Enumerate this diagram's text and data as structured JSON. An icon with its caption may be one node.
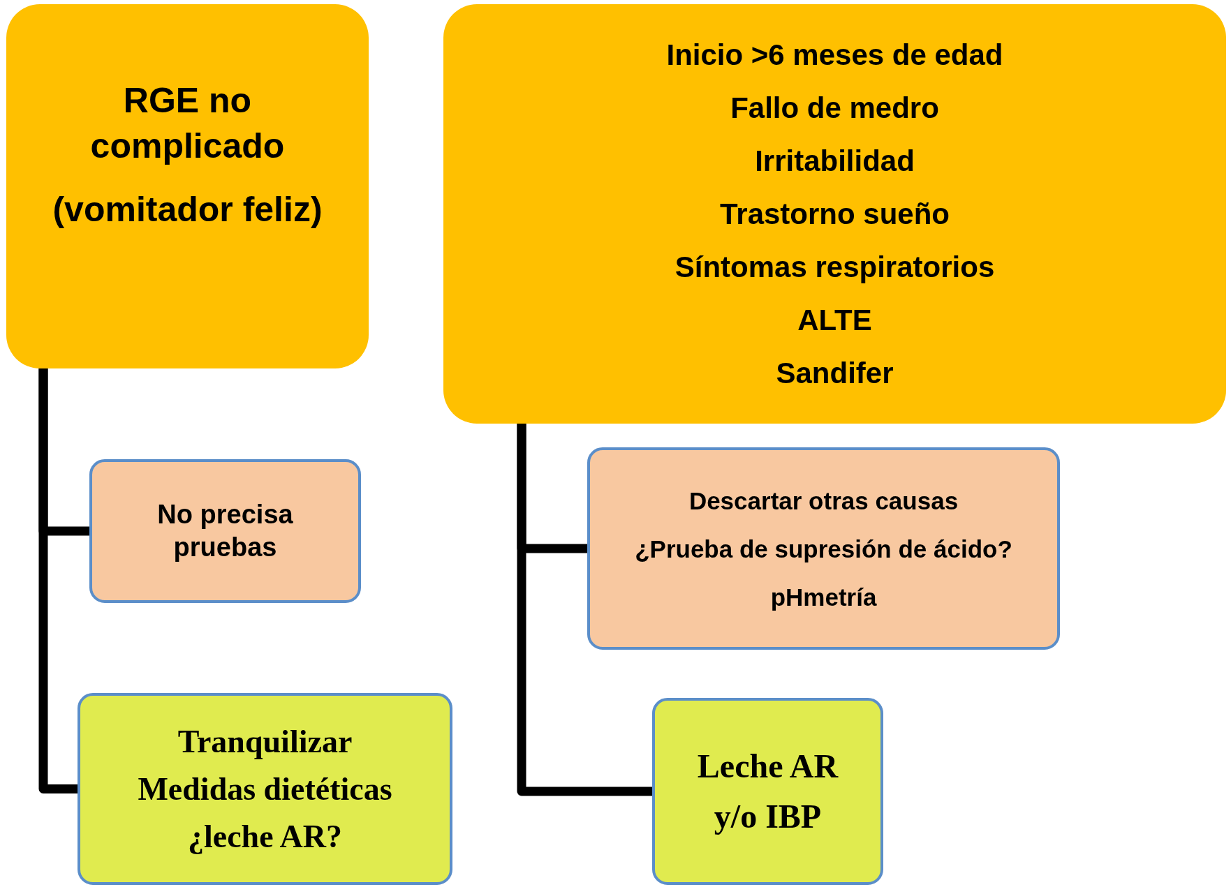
{
  "diagram": {
    "nodes": [
      {
        "text": [
          "RGE no complicado",
          "(vomitador feliz)"
        ]
      },
      {
        "text": [
          "Inicio >6 meses de edad",
          "Fallo de medro",
          "Irritabilidad",
          "Trastorno sueño",
          "Síntomas respiratorios",
          "ALTE",
          "Sandifer"
        ]
      },
      {
        "text": [
          "No precisa pruebas"
        ]
      },
      {
        "text": [
          "Tranquilizar",
          "Medidas dietéticas",
          "¿leche AR?"
        ]
      },
      {
        "text": [
          "Descartar otras causas",
          "¿Prueba de supresión de ácido?",
          "pHmetría"
        ]
      },
      {
        "text": [
          "Leche AR y/o IBP"
        ]
      }
    ],
    "edges": [
      {
        "from": 0,
        "to": 2,
        "arrow": "none"
      },
      {
        "from": 0,
        "to": 3,
        "arrow": "none"
      },
      {
        "from": 1,
        "to": 4,
        "arrow": "none"
      },
      {
        "from": 1,
        "to": 5,
        "arrow": "none"
      }
    ]
  }
}
